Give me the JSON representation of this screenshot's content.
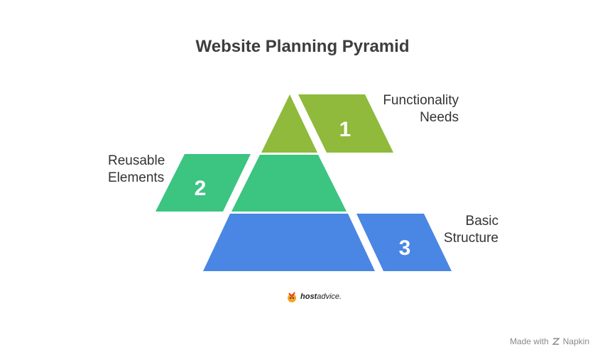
{
  "title": "Website Planning Pyramid",
  "levels": [
    {
      "number": "1",
      "label_line1": "Functionality",
      "label_line2": "Needs",
      "color": "#8fba3b"
    },
    {
      "number": "2",
      "label_line1": "Reusable",
      "label_line2": "Elements",
      "color": "#3cc481"
    },
    {
      "number": "3",
      "label_line1": "Basic",
      "label_line2": "Structure",
      "color": "#4a86e4"
    }
  ],
  "brand": {
    "bold": "host",
    "rest": "advice."
  },
  "footer": {
    "made_with": "Made with",
    "app": "Napkin"
  }
}
